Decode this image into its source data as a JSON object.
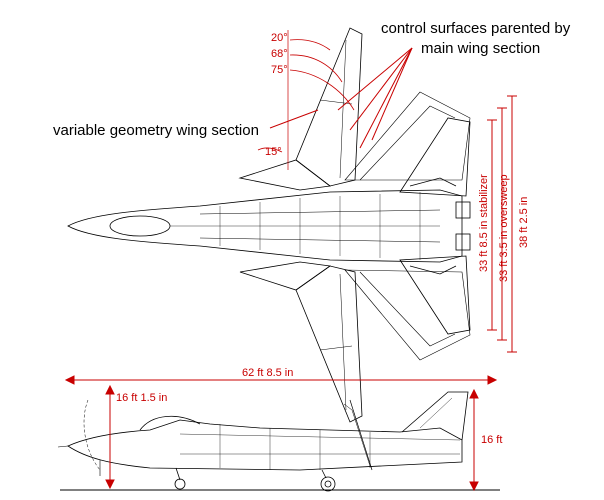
{
  "annotations": {
    "control_surfaces": "control surfaces parented by",
    "control_surfaces_2": "main wing section",
    "variable_geometry": "variable geometry wing section",
    "angle_20": "20°",
    "angle_68": "68°",
    "angle_75": "75°",
    "angle_15": "15°"
  },
  "dimensions": {
    "stabilizer": "33 ft 8.5 in    stabilizer",
    "oversweep": "33 ft 3.5 in    oversweep",
    "span": "38 ft 2.5 in",
    "length": "62 ft 8.5 in",
    "height_fin": "16 ft 1.5 in",
    "height_total": "16 ft"
  },
  "colors": {
    "annotation": "#c80000",
    "linework": "#000000",
    "background": "#ffffff"
  }
}
